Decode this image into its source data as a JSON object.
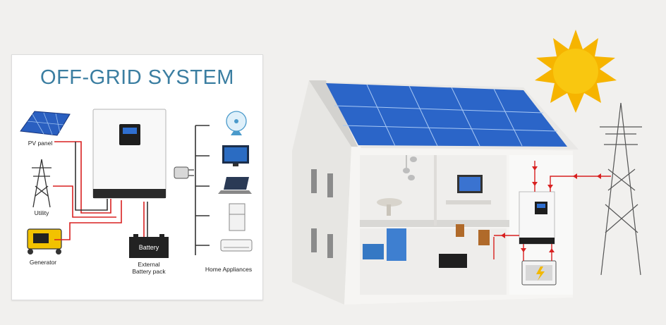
{
  "diagram": {
    "title": "OFF-GRID SYSTEM",
    "labels": {
      "pv_panel": "PV panel",
      "utility": "Utility",
      "generator": "Generator",
      "battery": "Battery",
      "external_battery_line1": "External",
      "external_battery_line2": "Battery pack",
      "home_appliances": "Home Appliances"
    }
  },
  "colors": {
    "title": "#3b7ea1",
    "wire_red": "#d82020",
    "wire_dark": "#333333",
    "solar_panel": "#2a5fc0",
    "sun": "#f6b400"
  }
}
